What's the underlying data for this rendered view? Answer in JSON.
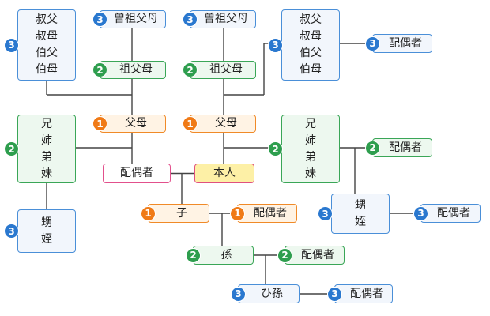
{
  "colors": {
    "degree_1": "#f07a16",
    "degree_1_border": "#f08a28",
    "degree_1_fill": "#fff3e4",
    "degree_2": "#2e9e4e",
    "degree_2_border": "#3aa657",
    "degree_2_fill": "#edf8ef",
    "degree_3": "#2a78cf",
    "degree_3_border": "#4a8fd8",
    "degree_3_fill": "#f2f6fc",
    "spouse_border": "#e2508c",
    "self_border": "#e0507f",
    "self_fill": "#fdf0a6",
    "line": "#444444"
  },
  "nodes": {
    "spouse_uncles_aunts": {
      "degree": "3",
      "lines": [
        "叔父",
        "叔母",
        "伯父",
        "伯母"
      ]
    },
    "spouse_great_grandparents": {
      "degree": "3",
      "label": "曽祖父母"
    },
    "self_great_grandparents": {
      "degree": "3",
      "label": "曽祖父母"
    },
    "self_uncles_aunts": {
      "degree": "3",
      "lines": [
        "叔父",
        "叔母",
        "伯父",
        "伯母"
      ]
    },
    "self_uncles_aunts_spouse": {
      "degree": "3",
      "label": "配偶者"
    },
    "spouse_grandparents": {
      "degree": "2",
      "label": "祖父母"
    },
    "self_grandparents": {
      "degree": "2",
      "label": "祖父母"
    },
    "spouse_parents": {
      "degree": "1",
      "label": "父母"
    },
    "self_parents": {
      "degree": "1",
      "label": "父母"
    },
    "spouse_siblings": {
      "degree": "2",
      "lines": [
        "兄",
        "姉",
        "弟",
        "妹"
      ]
    },
    "self_siblings": {
      "degree": "2",
      "lines": [
        "兄",
        "姉",
        "弟",
        "妹"
      ]
    },
    "self_siblings_spouse": {
      "degree": "2",
      "label": "配偶者"
    },
    "spouse": {
      "label": "配偶者"
    },
    "self": {
      "label": "本人"
    },
    "spouse_nephews_nieces": {
      "degree": "3",
      "lines": [
        "甥",
        "姪"
      ]
    },
    "self_nephews_nieces": {
      "degree": "3",
      "lines": [
        "甥",
        "姪"
      ]
    },
    "self_nephews_nieces_spouse": {
      "degree": "3",
      "label": "配偶者"
    },
    "child": {
      "degree": "1",
      "label": "子"
    },
    "child_spouse": {
      "degree": "1",
      "label": "配偶者"
    },
    "grandchild": {
      "degree": "2",
      "label": "孫"
    },
    "grandchild_spouse": {
      "degree": "2",
      "label": "配偶者"
    },
    "great_grandchild": {
      "degree": "3",
      "label": "ひ孫"
    },
    "great_grandchild_spouse": {
      "degree": "3",
      "label": "配偶者"
    }
  }
}
